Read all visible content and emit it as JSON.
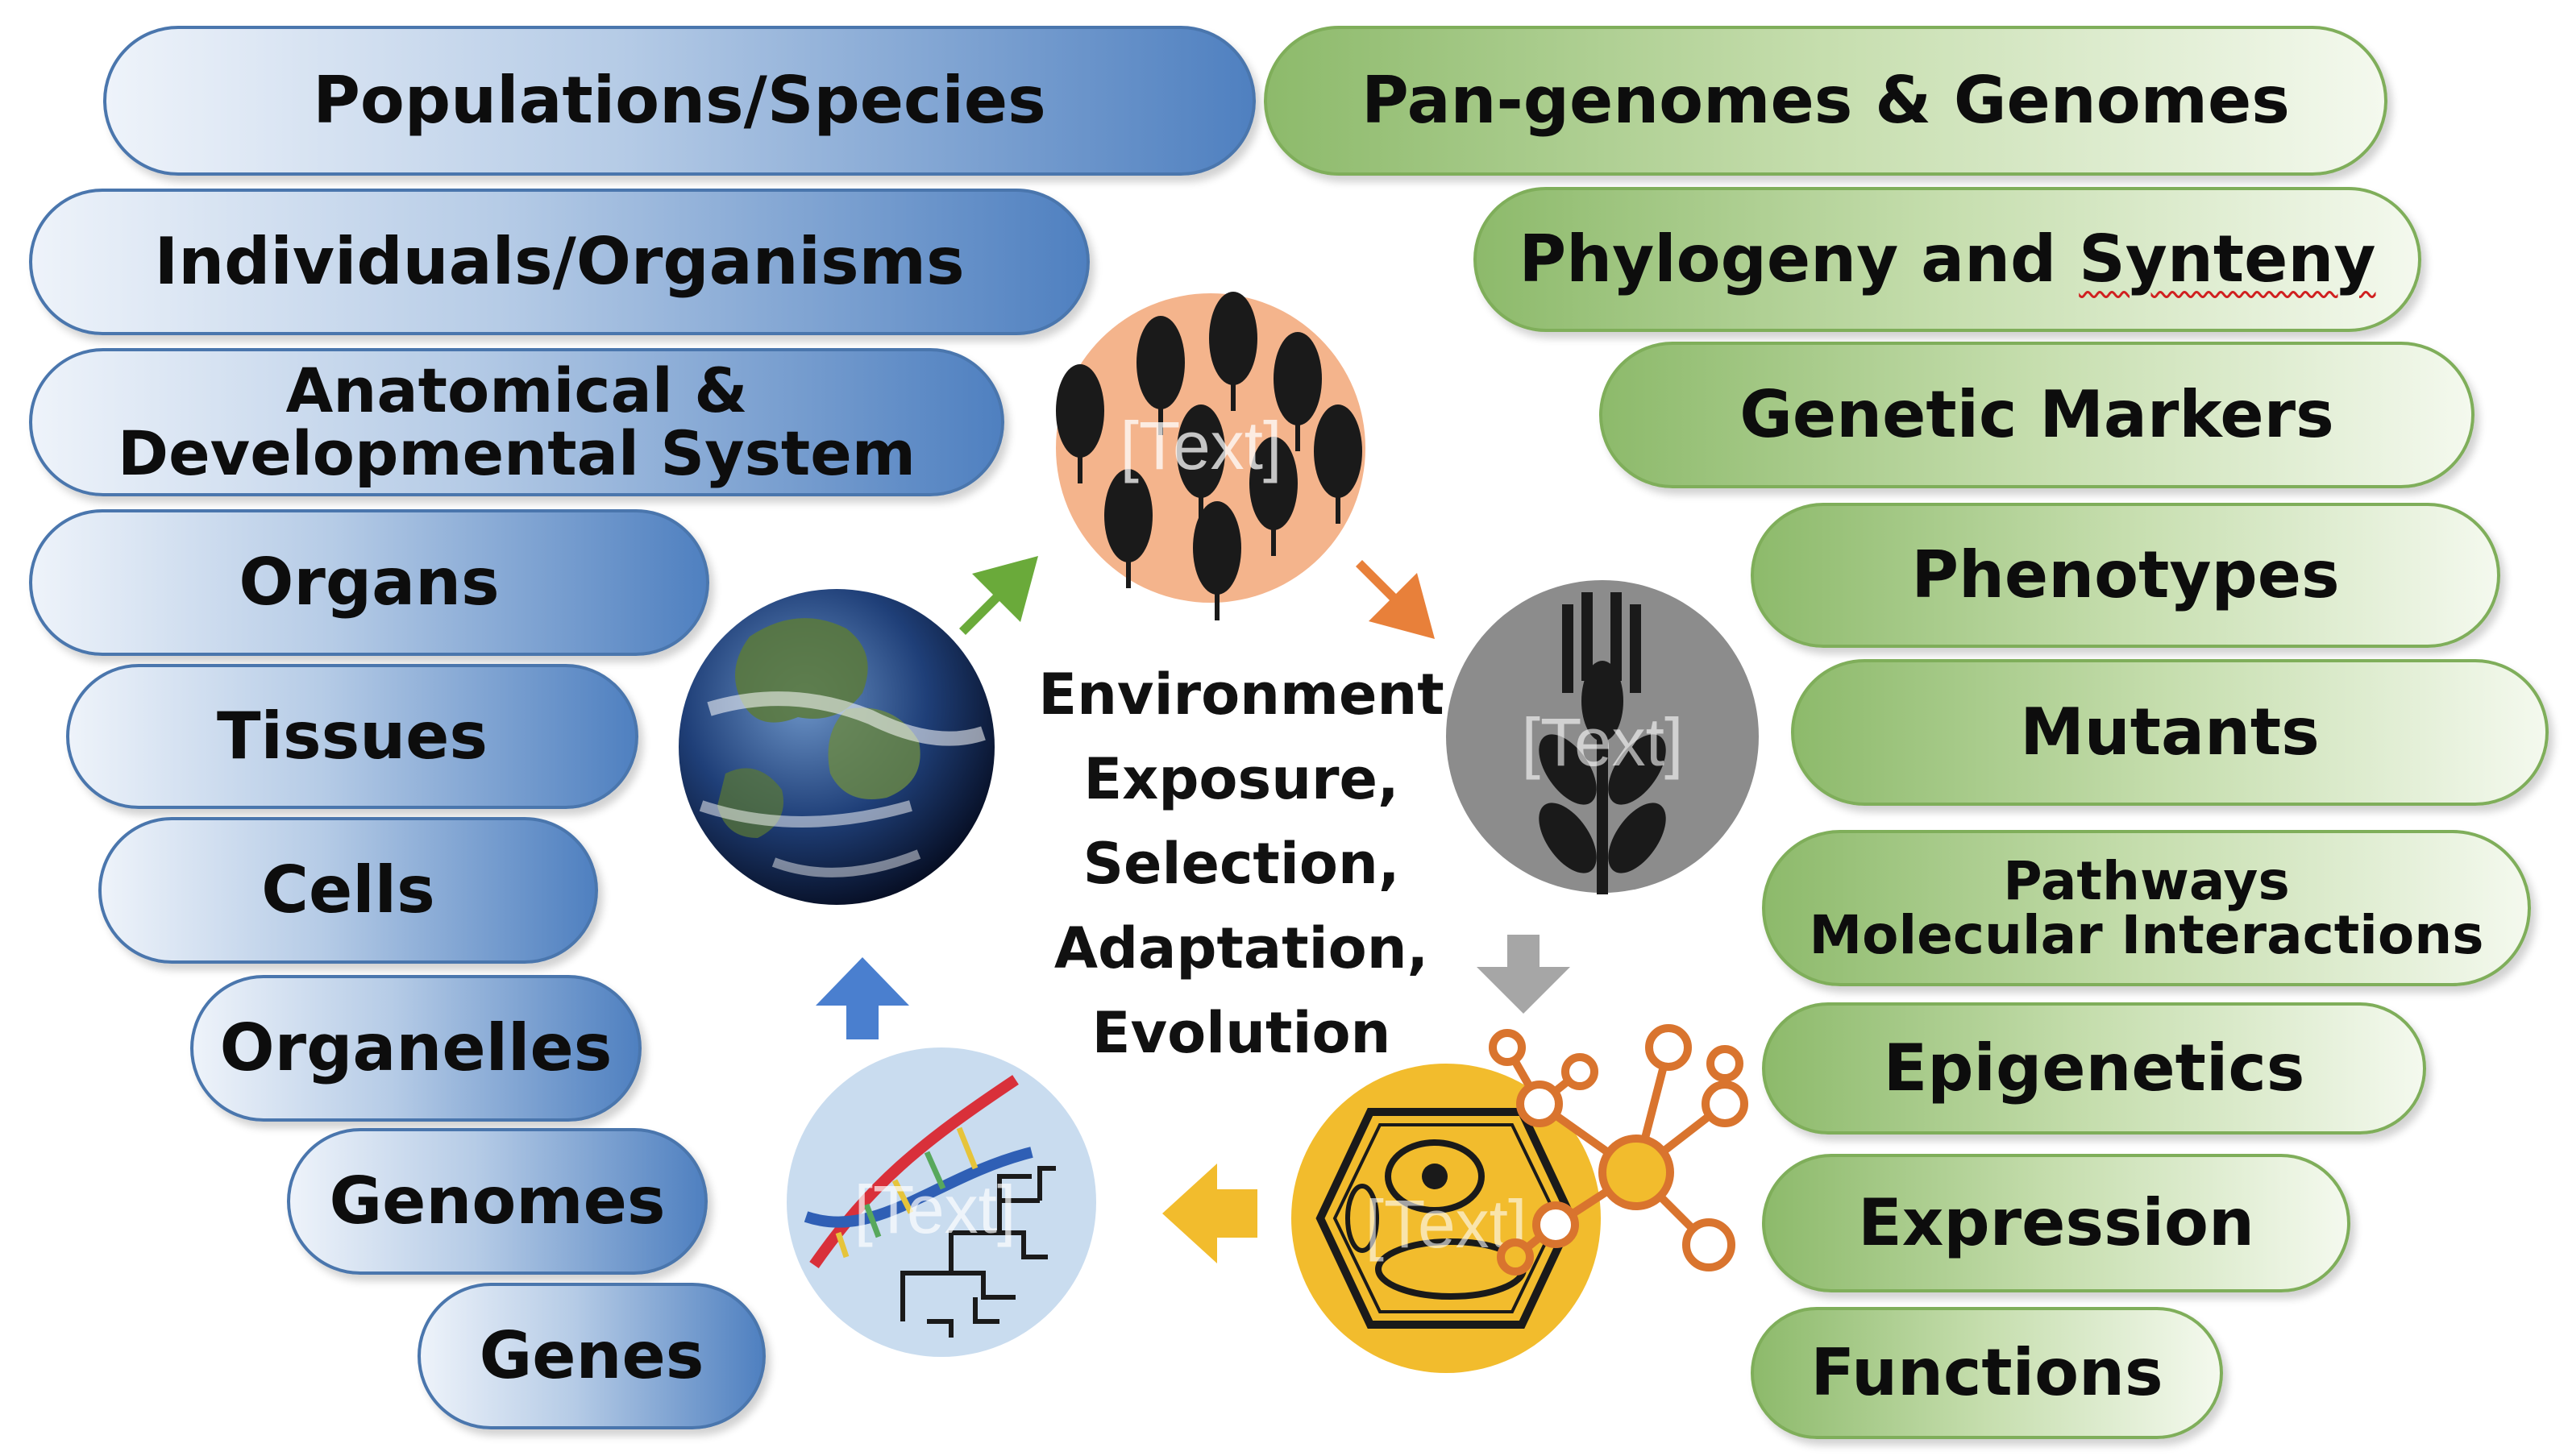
{
  "left_levels": [
    {
      "label": "Populations/Species"
    },
    {
      "label": "Individuals/Organisms"
    },
    {
      "lines": [
        "Anatomical &",
        "Developmental System"
      ]
    },
    {
      "label": "Organs"
    },
    {
      "label": "Tissues"
    },
    {
      "label": "Cells"
    },
    {
      "label": "Organelles"
    },
    {
      "label": "Genomes"
    },
    {
      "label": "Genes"
    }
  ],
  "right_levels": [
    {
      "label": "Pan-genomes & Genomes"
    },
    {
      "label_prefix": "Phylogeny and ",
      "label_flagged": "Synteny"
    },
    {
      "label": "Genetic Markers"
    },
    {
      "label": "Phenotypes"
    },
    {
      "label": "Mutants"
    },
    {
      "lines": [
        "Pathways",
        "Molecular Interactions"
      ]
    },
    {
      "label": "Epigenetics"
    },
    {
      "label": "Expression"
    },
    {
      "label": "Functions"
    }
  ],
  "center_lines": [
    "Environment",
    "Exposure,",
    "Selection,",
    "Adaptation,",
    "Evolution"
  ],
  "placeholder_text": "[Text]",
  "icons": [
    "earth-icon",
    "wheat-field-icon",
    "wheat-plant-icon",
    "plant-cell-icon",
    "molecule-network-icon",
    "dna-phylogeny-icon"
  ],
  "colors": {
    "blue_pill": "#4f80c0",
    "green_pill": "#8dba6b",
    "arrow_green": "#6aaa3a",
    "arrow_orange": "#e8803a",
    "arrow_gray": "#a6a6a6",
    "arrow_yellow": "#f2bc2d",
    "arrow_blue": "#4a7fcf",
    "circle_peach": "#f4b48c",
    "circle_gray": "#8c8c8c",
    "circle_yellow": "#f2bc2d",
    "circle_lightblue": "#c9dcef"
  }
}
